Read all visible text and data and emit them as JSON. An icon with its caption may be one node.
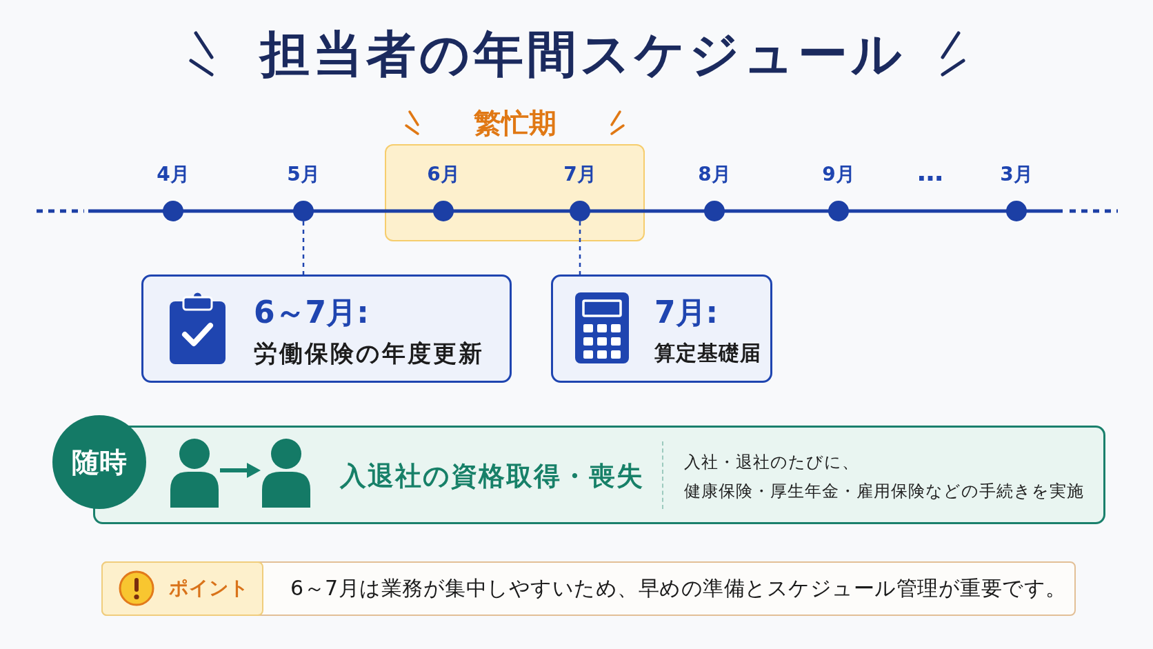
{
  "diagram": {
    "title": "担当者の年間スケジュール",
    "nodes": [
      {
        "text": [
          "繁忙期"
        ]
      },
      {
        "text": [
          "4月"
        ]
      },
      {
        "text": [
          "5月"
        ]
      },
      {
        "text": [
          "6月"
        ],
        "in": 0
      },
      {
        "text": [
          "7月"
        ],
        "in": 0
      },
      {
        "text": [
          "8月"
        ]
      },
      {
        "text": [
          "9月"
        ]
      },
      {
        "text": [
          "3月"
        ]
      },
      {
        "text": [
          "6～7月:",
          "労働保険の年度更新"
        ]
      },
      {
        "text": [
          "7月:",
          "算定基礎届"
        ]
      },
      {
        "text": [
          "随時"
        ]
      },
      {
        "text": [
          "入退社の資格取得・喪失",
          "入社・退社のたびに、",
          "健康保険・厚生年金・雇用保険などの手続きを実施"
        ]
      },
      {
        "text": [],
        "shape": "person",
        "in": 11
      },
      {
        "text": [],
        "shape": "person",
        "in": 11
      },
      {
        "text": [
          "6～7月は業務が集中しやすいため、早めの準備とスケジュール管理が重要です。"
        ]
      },
      {
        "text": [
          "ポイント"
        ],
        "in": 14
      }
    ],
    "edges": [
      {
        "from": 2,
        "to": 8,
        "arrow": "none",
        "style": "dashed"
      },
      {
        "from": 4,
        "to": 9,
        "arrow": "none",
        "style": "dashed"
      },
      {
        "from": 12,
        "to": 13,
        "arrow": "to",
        "style": "thick",
        "color": "#16806c"
      }
    ],
    "labels": [
      "…"
    ]
  }
}
